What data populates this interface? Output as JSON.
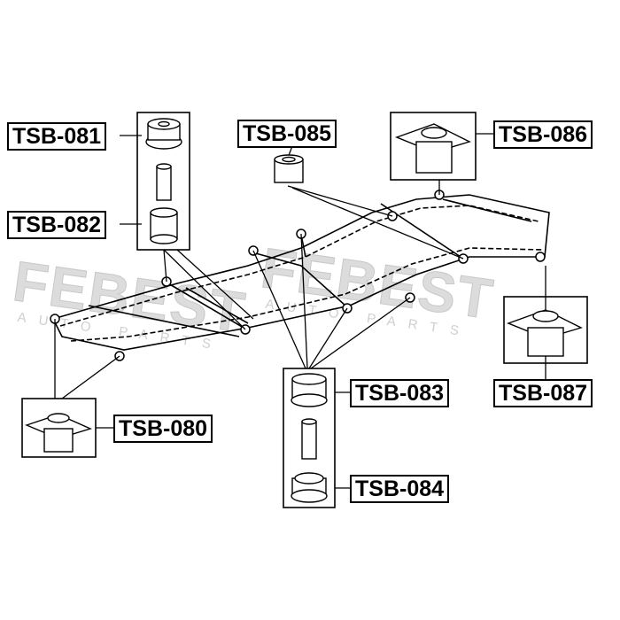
{
  "watermark": {
    "brand": "FEBEST",
    "sub": "AUTO PARTS"
  },
  "labels": {
    "tsb081": "TSB-081",
    "tsb082": "TSB-082",
    "tsb085": "TSB-085",
    "tsb086": "TSB-086",
    "tsb083": "TSB-083",
    "tsb087": "TSB-087",
    "tsb080": "TSB-080",
    "tsb084": "TSB-084"
  }
}
